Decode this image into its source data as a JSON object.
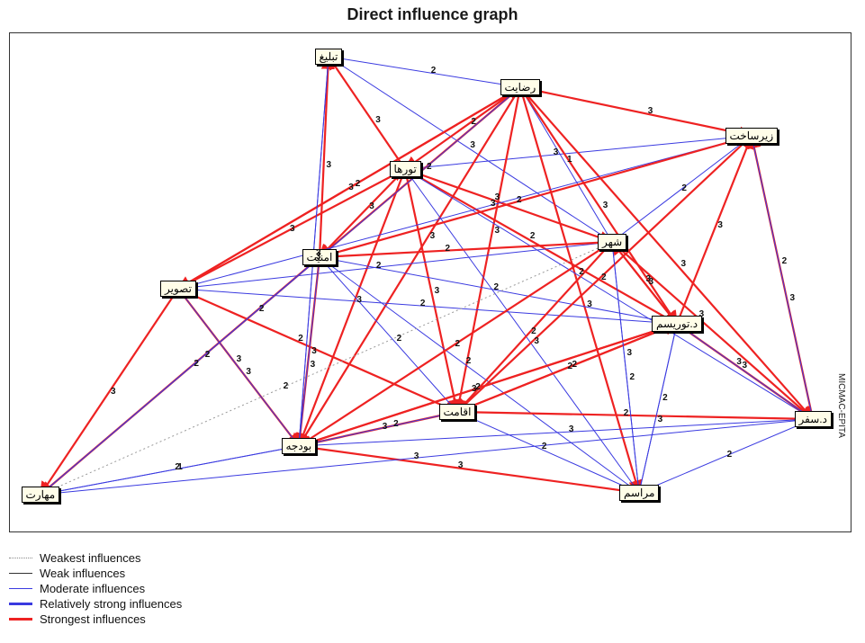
{
  "title": "Direct influence graph",
  "side_text": "MICMAC-EPITA",
  "colors": {
    "weak": "#333333",
    "moderate": "#3a3ae0",
    "strong": "#ee2222",
    "weakest": "#999999"
  },
  "legend": [
    {
      "label": "Weakest influences",
      "style": "weakest"
    },
    {
      "label": "Weak influences",
      "style": "weak"
    },
    {
      "label": "Moderate influences",
      "style": "moderate"
    },
    {
      "label": "Relatively strong influences",
      "style": "relstrong"
    },
    {
      "label": "Strongest influences",
      "style": "strongest"
    }
  ],
  "nodes": [
    {
      "id": "tablig",
      "label": "تبلیغ"
    },
    {
      "id": "rezayat",
      "label": "رضایت"
    },
    {
      "id": "zirsakht",
      "label": "زیرساخت"
    },
    {
      "id": "tourha",
      "label": "تورها"
    },
    {
      "id": "shahr",
      "label": "شهر"
    },
    {
      "id": "amniat",
      "label": "امنیت"
    },
    {
      "id": "tasvir",
      "label": "تصویر"
    },
    {
      "id": "tourism",
      "label": "د.توریسم"
    },
    {
      "id": "eghamat",
      "label": "اقامت"
    },
    {
      "id": "safar",
      "label": "د.سفر"
    },
    {
      "id": "budjeh",
      "label": "بودجه"
    },
    {
      "id": "maharat",
      "label": "مهارت"
    },
    {
      "id": "marasem",
      "label": "مراسم"
    }
  ],
  "edges": [
    {
      "from": "tourha",
      "to": "tablig",
      "w": "3",
      "s": "strongest"
    },
    {
      "from": "amniat",
      "to": "tablig",
      "w": "3",
      "s": "strongest"
    },
    {
      "from": "rezayat",
      "to": "tablig",
      "w": "2",
      "s": "moderate"
    },
    {
      "from": "shahr",
      "to": "tablig",
      "w": "3",
      "s": "moderate"
    },
    {
      "from": "rezayat",
      "to": "zirsakht",
      "w": "3",
      "s": "strongest"
    },
    {
      "from": "tourha",
      "to": "zirsakht",
      "w": "3",
      "s": "moderate"
    },
    {
      "from": "rezayat",
      "to": "tourha",
      "w": "2",
      "s": "strongest"
    },
    {
      "from": "rezayat",
      "to": "shahr",
      "w": "1",
      "s": "moderate"
    },
    {
      "from": "rezayat",
      "to": "tourism",
      "w": "3",
      "s": "strongest"
    },
    {
      "from": "rezayat",
      "to": "safar",
      "w": "3",
      "s": "strongest"
    },
    {
      "from": "rezayat",
      "to": "budjeh",
      "w": "3",
      "s": "strongest"
    },
    {
      "from": "rezayat",
      "to": "eghamat",
      "w": "3",
      "s": "strongest"
    },
    {
      "from": "rezayat",
      "to": "amniat",
      "w": "2",
      "s": "strongest"
    },
    {
      "from": "rezayat",
      "to": "tasvir",
      "w": "3",
      "s": "strongest"
    },
    {
      "from": "rezayat",
      "to": "marasem",
      "w": "3",
      "s": "strongest"
    },
    {
      "from": "tourha",
      "to": "shahr",
      "w": "3",
      "s": "strongest"
    },
    {
      "from": "tourha",
      "to": "tourism",
      "w": "2",
      "s": "strongest"
    },
    {
      "from": "tourha",
      "to": "budjeh",
      "w": "3",
      "s": "strongest"
    },
    {
      "from": "tourha",
      "to": "eghamat",
      "w": "3",
      "s": "strongest"
    },
    {
      "from": "tourha",
      "to": "marasem",
      "w": "3",
      "s": "moderate"
    },
    {
      "from": "tourha",
      "to": "safar",
      "w": "2",
      "s": "moderate"
    },
    {
      "from": "tourha",
      "to": "amniat",
      "w": "3",
      "s": "strongest"
    },
    {
      "from": "tasvir",
      "to": "tourha",
      "w": "3",
      "s": "strongest"
    },
    {
      "from": "tasvir",
      "to": "rezayat",
      "w": "2",
      "s": "strongest"
    },
    {
      "from": "tasvir",
      "to": "budjeh",
      "w": "3",
      "s": "strongest"
    },
    {
      "from": "tasvir",
      "to": "eghamat",
      "w": "2",
      "s": "strongest"
    },
    {
      "from": "tasvir",
      "to": "shahr",
      "w": "2",
      "s": "moderate"
    },
    {
      "from": "tasvir",
      "to": "tourism",
      "w": "2",
      "s": "moderate"
    },
    {
      "from": "tasvir",
      "to": "maharat",
      "w": "3",
      "s": "strongest"
    },
    {
      "from": "tasvir",
      "to": "zirsakht",
      "w": "3",
      "s": "moderate"
    },
    {
      "from": "amniat",
      "to": "shahr",
      "w": "2",
      "s": "strongest"
    },
    {
      "from": "amniat",
      "to": "zirsakht",
      "w": "2",
      "s": "strongest"
    },
    {
      "from": "amniat",
      "to": "tourism",
      "w": "2",
      "s": "moderate"
    },
    {
      "from": "amniat",
      "to": "budjeh",
      "w": "3",
      "s": "strongest"
    },
    {
      "from": "amniat",
      "to": "eghamat",
      "w": "2",
      "s": "moderate"
    },
    {
      "from": "amniat",
      "to": "maharat",
      "w": "2",
      "s": "strongest"
    },
    {
      "from": "amniat",
      "to": "marasem",
      "w": "2",
      "s": "moderate"
    },
    {
      "from": "shahr",
      "to": "tourism",
      "w": "3",
      "s": "strongest"
    },
    {
      "from": "shahr",
      "to": "budjeh",
      "w": "2",
      "s": "strongest"
    },
    {
      "from": "shahr",
      "to": "eghamat",
      "w": "2",
      "s": "strongest"
    },
    {
      "from": "shahr",
      "to": "safar",
      "w": "3",
      "s": "strongest"
    },
    {
      "from": "shahr",
      "to": "marasem",
      "w": "3",
      "s": "moderate"
    },
    {
      "from": "shahr",
      "to": "zirsakht",
      "w": "2",
      "s": "moderate"
    },
    {
      "from": "tourism",
      "to": "zirsakht",
      "w": "3",
      "s": "strongest"
    },
    {
      "from": "tourism",
      "to": "budjeh",
      "w": "2",
      "s": "strongest"
    },
    {
      "from": "tourism",
      "to": "safar",
      "w": "3",
      "s": "strongest"
    },
    {
      "from": "tourism",
      "to": "marasem",
      "w": "2",
      "s": "moderate"
    },
    {
      "from": "tourism",
      "to": "shahr",
      "w": "3",
      "s": "strongest"
    },
    {
      "from": "tourism",
      "to": "eghamat",
      "w": "2",
      "s": "strongest"
    },
    {
      "from": "safar",
      "to": "eghamat",
      "w": "2",
      "s": "strongest"
    },
    {
      "from": "safar",
      "to": "zirsakht",
      "w": "3",
      "s": "strongest"
    },
    {
      "from": "zirsakht",
      "to": "safar",
      "w": "2",
      "s": "moderate"
    },
    {
      "from": "safar",
      "to": "budjeh",
      "w": "3",
      "s": "moderate"
    },
    {
      "from": "safar",
      "to": "marasem",
      "w": "2",
      "s": "moderate"
    },
    {
      "from": "safar",
      "to": "tourism",
      "w": "3",
      "s": "moderate"
    },
    {
      "from": "eghamat",
      "to": "budjeh",
      "w": "2",
      "s": "strongest"
    },
    {
      "from": "eghamat",
      "to": "marasem",
      "w": "2",
      "s": "moderate"
    },
    {
      "from": "eghamat",
      "to": "zirsakht",
      "w": "2",
      "s": "strongest"
    },
    {
      "from": "eghamat",
      "to": "tourism",
      "w": "2",
      "s": "strongest"
    },
    {
      "from": "marasem",
      "to": "budjeh",
      "w": "3",
      "s": "strongest"
    },
    {
      "from": "marasem",
      "to": "tourism",
      "w": "3",
      "s": "moderate"
    },
    {
      "from": "marasem",
      "to": "shahr",
      "w": "2",
      "s": "moderate"
    },
    {
      "from": "budjeh",
      "to": "maharat",
      "w": "1",
      "s": "moderate"
    },
    {
      "from": "budjeh",
      "to": "eghamat",
      "w": "3",
      "s": "moderate"
    },
    {
      "from": "budjeh",
      "to": "tasvir",
      "w": "3",
      "s": "moderate"
    },
    {
      "from": "budjeh",
      "to": "amniat",
      "w": "3",
      "s": "moderate"
    },
    {
      "from": "budjeh",
      "to": "tourism",
      "w": "3",
      "s": "strongest"
    },
    {
      "from": "budjeh",
      "to": "tablig",
      "w": "3",
      "s": "moderate"
    },
    {
      "from": "maharat",
      "to": "budjeh",
      "w": "2",
      "s": "moderate"
    },
    {
      "from": "maharat",
      "to": "amniat",
      "w": "2",
      "s": "moderate"
    },
    {
      "from": "maharat",
      "to": "shahr",
      "w": "2",
      "s": "weakest"
    },
    {
      "from": "maharat",
      "to": "rezayat",
      "w": "2",
      "s": "moderate"
    },
    {
      "from": "maharat",
      "to": "safar",
      "w": "3",
      "s": "moderate"
    },
    {
      "from": "tablig",
      "to": "budjeh",
      "w": "3",
      "s": "moderate"
    }
  ]
}
